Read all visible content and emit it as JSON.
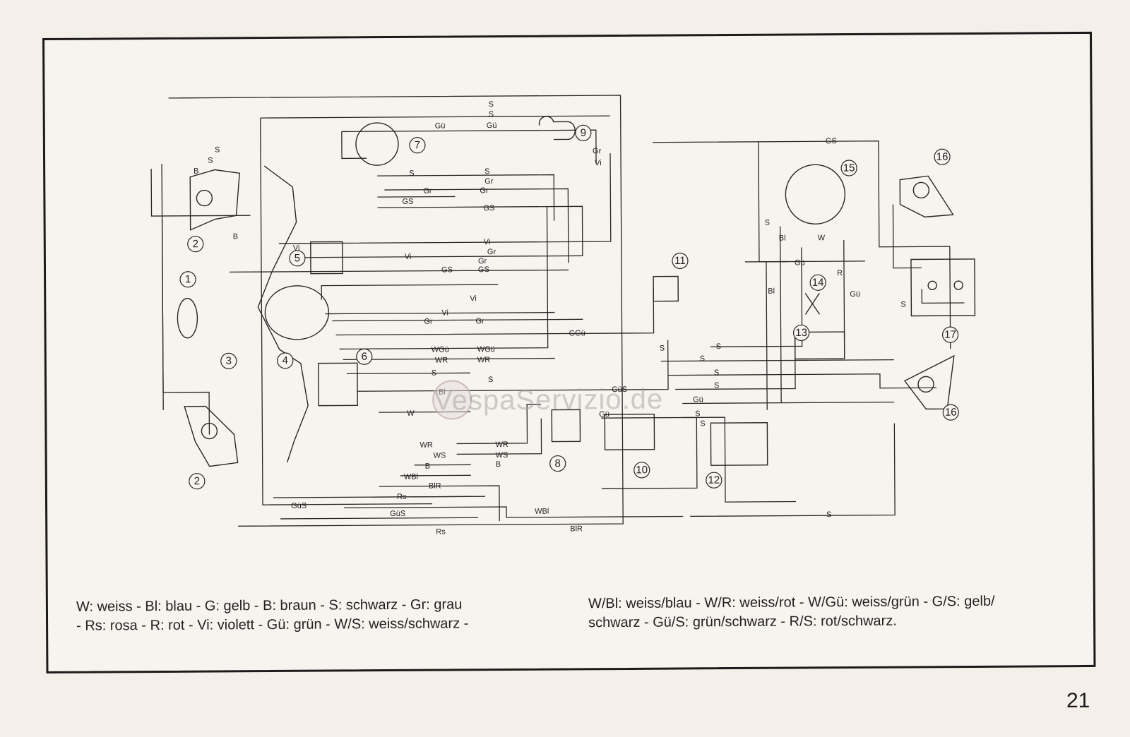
{
  "wire_labels": [
    "S",
    "Gü",
    "B",
    "Gr",
    "Vi",
    "GS",
    "GGü",
    "WGü",
    "WR",
    "Bl",
    "W",
    "WS",
    "WBl",
    "BlR",
    "Rs",
    "GüS",
    "R"
  ],
  "component_numbers": [
    "1",
    "2",
    "3",
    "4",
    "5",
    "6",
    "7",
    "8",
    "9",
    "10",
    "11",
    "12",
    "13",
    "14",
    "15",
    "16",
    "17"
  ],
  "legend": {
    "left_line1": "W: weiss - Bl: blau - G: gelb - B: braun - S: schwarz - Gr: grau",
    "left_line2": "- Rs: rosa - R: rot - Vi: violett - Gü: grün - W/S: weiss/schwarz -",
    "right_line1": "W/Bl: weiss/blau - W/R: weiss/rot - W/Gü: weiss/grün - G/S: gelb/",
    "right_line2": "schwarz - Gü/S: grün/schwarz - R/S: rot/schwarz."
  },
  "page_number": "21",
  "watermark": "VespaServizio.de"
}
